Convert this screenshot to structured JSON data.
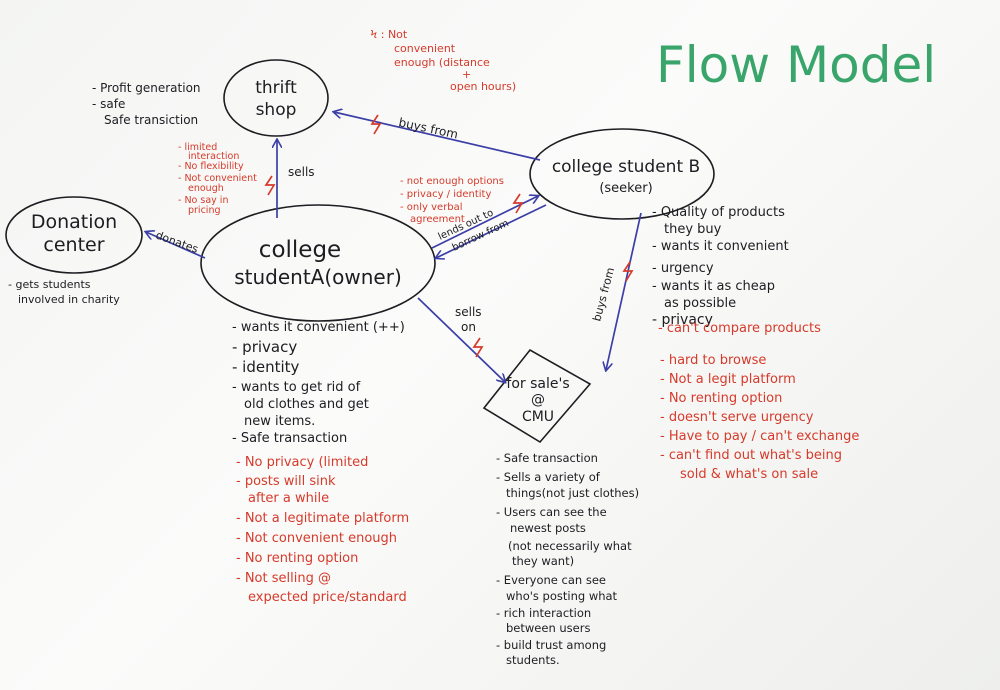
{
  "title": "Flow Model",
  "colors": {
    "ink": "#1d1d22",
    "red": "#d63a2b",
    "blue": "#3b3fa6",
    "title_green": "#3aa56b",
    "board": "#f7f7f5"
  },
  "nodes": {
    "thrift": [
      "thrift",
      "shop"
    ],
    "donation": [
      "Donation",
      "center"
    ],
    "student_a": [
      "college",
      "studentA(owner)"
    ],
    "student_b": [
      "college student B",
      "(seeker)"
    ],
    "forsale": [
      "for sale's",
      "@",
      "CMU"
    ]
  },
  "arrow_labels": {
    "buys_from_top": "buys from",
    "sells_up": "sells",
    "donates": "donates",
    "lends_out": "lends out to",
    "borrow_from": "borrow from",
    "sells_on": [
      "sells",
      "on"
    ],
    "buys_from_right": "buys from"
  },
  "notes": {
    "thrift_black": [
      "- Profit generation",
      "- safe",
      "Safe transiction"
    ],
    "thrift_red": [
      "- limited",
      "interaction",
      "- No flexibility",
      "- Not convenient",
      "enough",
      "- No say in",
      "pricing"
    ],
    "top_red": [
      "Ϟ : Not",
      "convenient",
      "enough (distance",
      "+",
      "open hours)"
    ],
    "donation_black": [
      "- gets students",
      "involved in charity"
    ],
    "middle_red": [
      "- not enough options",
      "- privacy / identity",
      "- only verbal",
      "agreement"
    ],
    "a_black": [
      "- wants it convenient (++)",
      "- privacy",
      "- identity",
      "- wants to get rid of",
      "old clothes and get",
      "new items.",
      "- Safe transaction"
    ],
    "a_red": [
      "- No privacy (limited",
      "- posts will sink",
      "after a while",
      "- Not a legitimate platform",
      "- Not convenient enough",
      "- No renting option",
      "- Not selling @",
      "expected price/standard"
    ],
    "b_black": [
      "- Quality of products",
      "they buy",
      "- wants it convenient",
      "- urgency",
      "- wants it as cheap",
      "as possible",
      "- privacy"
    ],
    "b_red": [
      "- can't compare products",
      "- hard to browse",
      "- Not a legit platform",
      "- No renting option",
      "- doesn't serve urgency",
      "- Have to pay / can't exchange",
      "- can't find out what's being",
      "sold & what's on sale"
    ],
    "cmu_black": [
      "- Safe transaction",
      "- Sells a variety of",
      "things(not just clothes)",
      "- Users can see the",
      "newest posts",
      "(not necessarily what",
      "they want)",
      "- Everyone can see",
      "who's posting what",
      "- rich interaction",
      "between users",
      "- build trust among",
      "students."
    ]
  }
}
